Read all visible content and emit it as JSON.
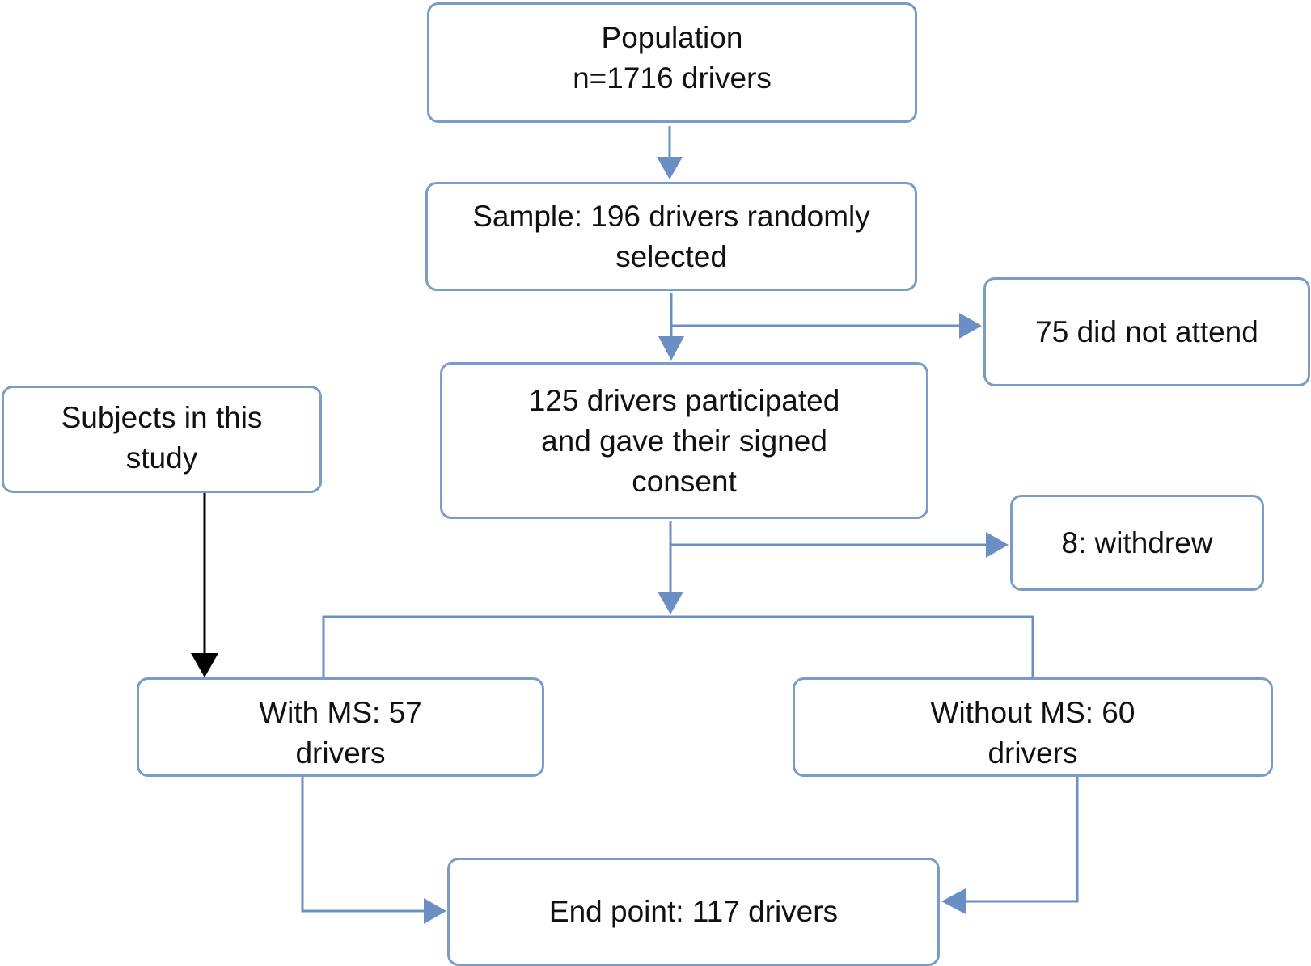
{
  "diagram": {
    "boxes": {
      "population": {
        "lines": [
          "Population",
          "n=1716 drivers"
        ]
      },
      "sample": {
        "lines": [
          "Sample: 196 drivers randomly",
          "selected"
        ]
      },
      "not_attend": {
        "lines": [
          "75 did not attend"
        ]
      },
      "participated": {
        "lines": [
          "125 drivers participated",
          "and gave their signed",
          "consent"
        ]
      },
      "withdrew": {
        "lines": [
          "8: withdrew"
        ]
      },
      "subjects": {
        "lines": [
          "Subjects in this",
          "study"
        ]
      },
      "with_ms": {
        "lines": [
          "With MS: 57",
          "drivers"
        ]
      },
      "without_ms": {
        "lines": [
          "Without MS: 60",
          "drivers"
        ]
      },
      "end_point": {
        "lines": [
          "End point: 117 drivers"
        ]
      }
    },
    "colors": {
      "connector": "#6b8fc4",
      "box_border": "#7a9cc8",
      "highlight_arrow": "#000000",
      "text": "#111111"
    }
  }
}
